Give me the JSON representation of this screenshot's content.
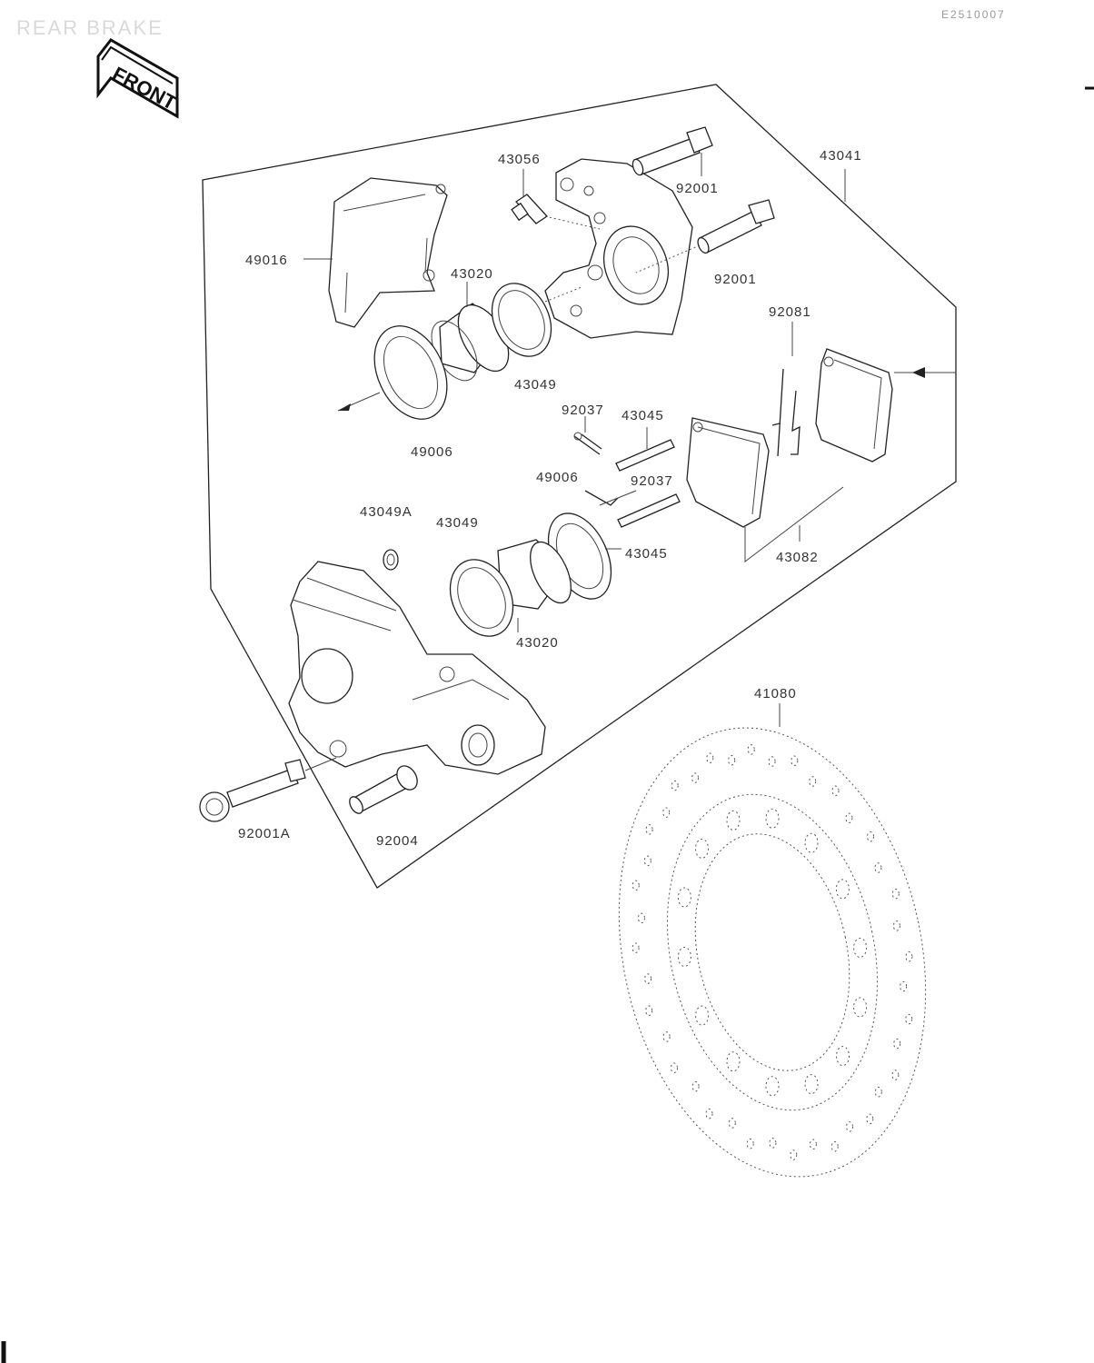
{
  "header": {
    "section_title": "REAR BRAKE",
    "drawing_code": "E2510007",
    "front_marker": "FRONT"
  },
  "part_labels": {
    "p43041": "43041",
    "p43056": "43056",
    "p92001_top": "92001",
    "p92001_mid": "92001",
    "p49016": "49016",
    "p43020_top": "43020",
    "p43049_top": "43049",
    "p92081": "92081",
    "p92037_top": "92037",
    "p43045_top": "43045",
    "p49006_a": "49006",
    "p49006_b": "49006",
    "p92037_mid": "92037",
    "p43049A": "43049A",
    "p43049_bot": "43049",
    "p43045_bot": "43045",
    "p43082": "43082",
    "p43020_bot": "43020",
    "p41080": "41080",
    "p92001A": "92001A",
    "p92004": "92004"
  }
}
